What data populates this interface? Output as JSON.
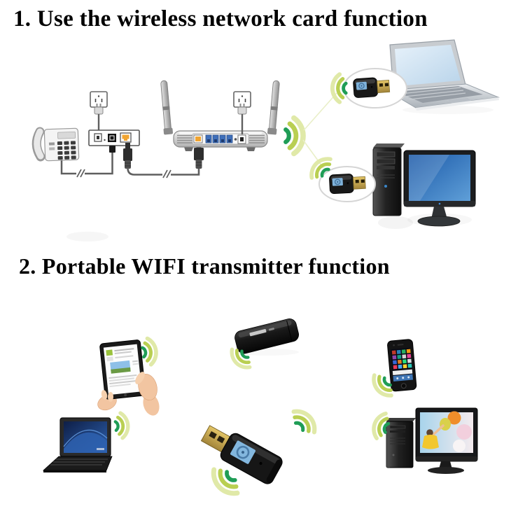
{
  "titles": {
    "section1": "1. Use the wireless network card function",
    "section2": "2. Portable WIFI transmitter function"
  },
  "colors": {
    "background": "#ffffff",
    "title_text": "#000000",
    "wifi_wave_inner": "#1f9d56",
    "wifi_wave_middle": "#b9cf52",
    "wifi_wave_outer": "#e0e9a8",
    "router_wan_port": "#f0a431",
    "router_lan_ports": "#3f6fba",
    "usb_connector_gold": "#c9a84c",
    "adapter_label_blue": "#7fb2da",
    "monitor_screen_blue": "#2f6fbe",
    "laptop_wallpaper_blue": "#27559e"
  },
  "illustration": {
    "section1_devices": [
      "telephone",
      "wall-outlet",
      "modem-splitter-box",
      "ethernet-cable",
      "wireless-router",
      "wall-outlet",
      "usb-wifi-adapter",
      "laptop",
      "usb-wifi-adapter",
      "desktop-computer"
    ],
    "section2_devices": [
      "portable-usb-dongle",
      "tablet-with-hands",
      "laptop",
      "usb-wifi-adapter",
      "smartphone",
      "desktop-computer"
    ],
    "wifi_icon": "three concentric green arcs"
  }
}
